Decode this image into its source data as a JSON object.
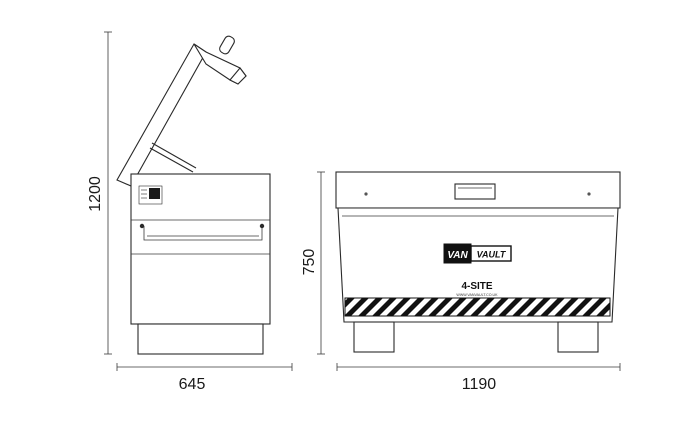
{
  "dimensions": {
    "height_overall": "1200",
    "height_closed": "750",
    "depth": "645",
    "width": "1190"
  },
  "branding": {
    "logo_left": "VAN",
    "logo_right": "VAULT",
    "model": "4-SITE",
    "website": "WWW.VANVAULT.CO.UK"
  },
  "colors": {
    "line": "#2a2a2a",
    "hazard": "#111111",
    "background": "#ffffff"
  }
}
